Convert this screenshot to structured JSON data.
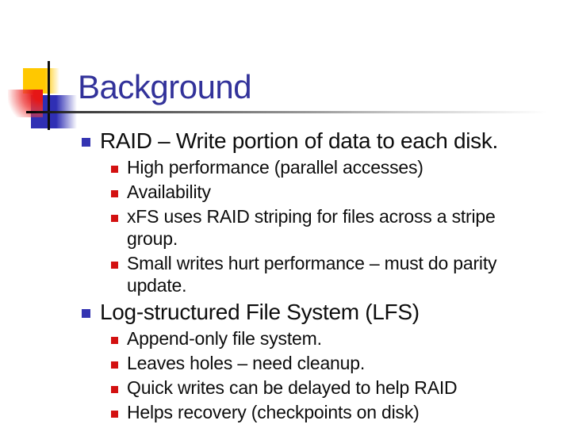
{
  "slide": {
    "title": "Background",
    "sections": [
      {
        "heading": "RAID – Write portion of data to each disk.",
        "items": [
          "High performance (parallel accesses)",
          "Availability",
          "xFS uses RAID striping for files across a stripe group.",
          "Small writes hurt performance – must do parity update."
        ]
      },
      {
        "heading": "Log-structured File System (LFS)",
        "items": [
          "Append-only file system.",
          "Leaves holes – need cleanup.",
          "Quick writes can be delayed to help RAID",
          "Helps recovery (checkpoints on disk)"
        ]
      }
    ],
    "colors": {
      "title_text": "#32329A",
      "body_text": "#0D0D0D",
      "level1_bullet": "#3434B2",
      "level2_bullet": "#D31111",
      "deco_yellow": "#FFC800",
      "deco_blue": "#2F2FB4",
      "deco_red": "#E61616",
      "underline_start": "#000000",
      "background": "#FFFFFF"
    }
  }
}
